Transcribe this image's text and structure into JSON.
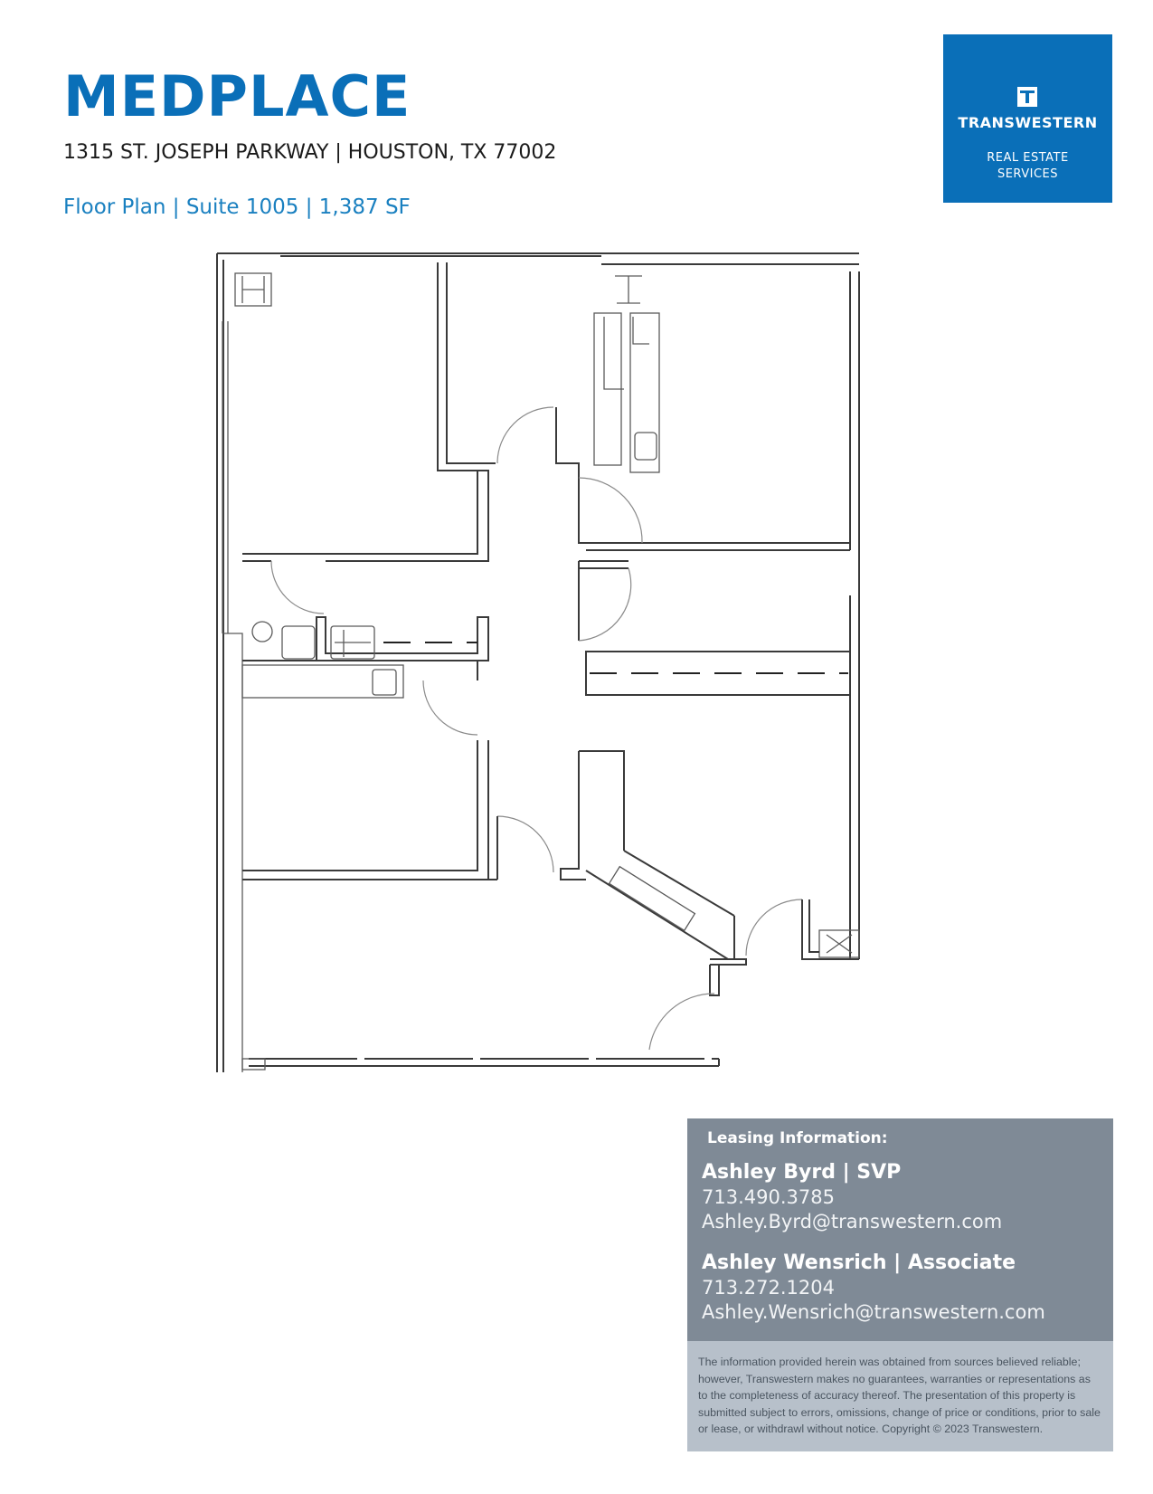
{
  "header": {
    "title": "MEDPLACE",
    "address": "1315 ST. JOSEPH PARKWAY | HOUSTON, TX 77002",
    "subtitle": "Floor Plan | Suite 1005 | 1,387 SF"
  },
  "logo": {
    "icon": "transwestern-t-icon",
    "brand": "TRANSWESTERN",
    "tagline_line1": "REAL ESTATE",
    "tagline_line2": "SERVICES",
    "color": "#0a6fb8"
  },
  "leasing": {
    "heading": "Leasing Information:",
    "background": "#7f8a96",
    "contacts": [
      {
        "name": "Ashley Byrd | SVP",
        "phone": "713.490.3785",
        "email": "Ashley.Byrd@transwestern.com"
      },
      {
        "name": "Ashley Wensrich | Associate",
        "phone": "713.272.1204",
        "email": "Ashley.Wensrich@transwestern.com"
      }
    ]
  },
  "disclaimer": {
    "text": "The information provided herein was obtained from sources believed reliable; however, Transwestern makes no guarantees, warranties or representations as to the completeness of accuracy thereof. The presentation of this property is submitted subject to errors, omissions, change of price or conditions, prior to sale or lease, or withdrawl without notice. Copyright © 2023 Transwestern.",
    "background": "#b7c0ca"
  }
}
